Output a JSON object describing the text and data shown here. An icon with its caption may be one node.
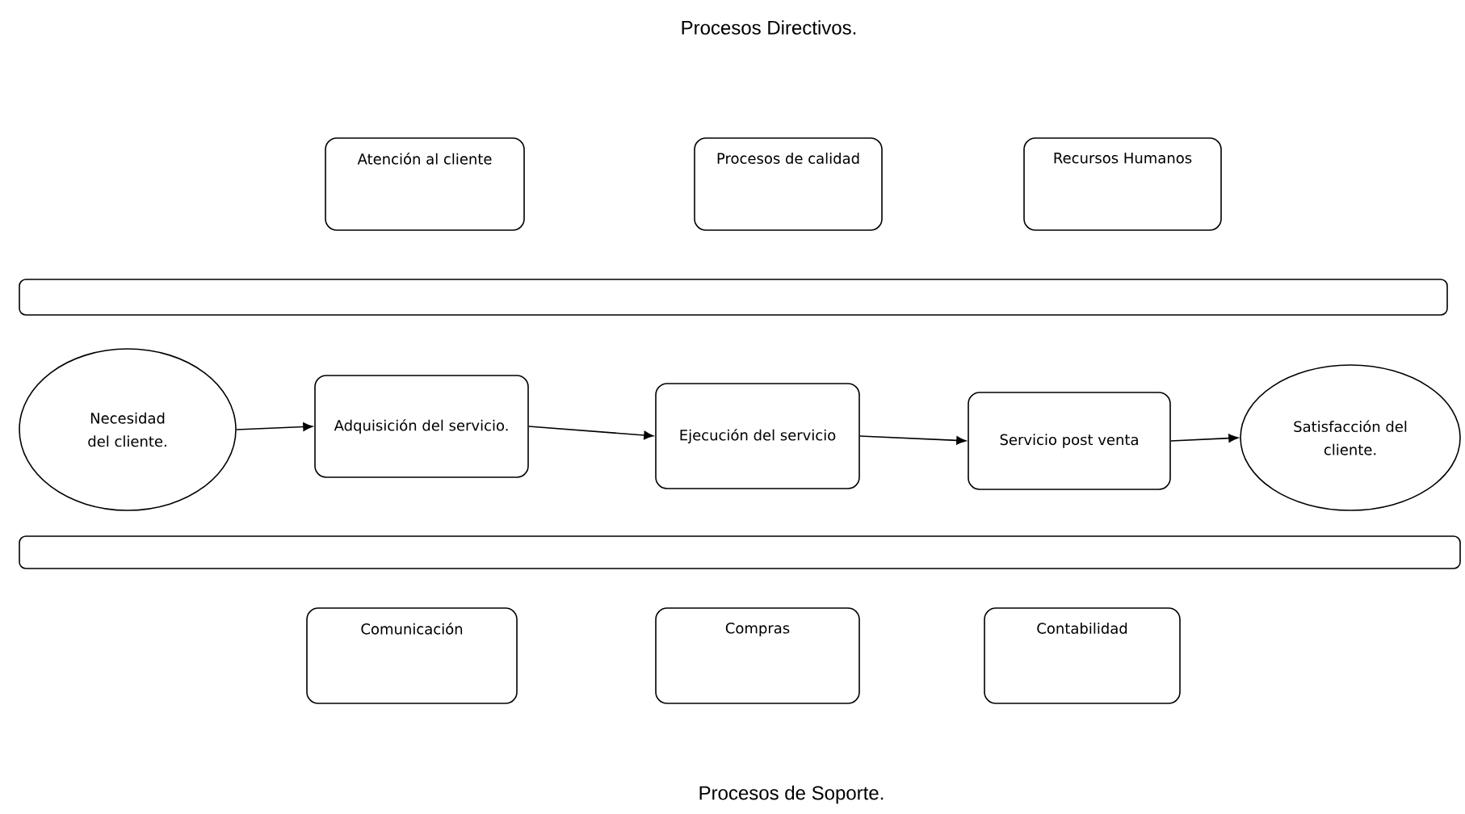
{
  "diagram": {
    "nodes": [
      {
        "text": [
          "Atención al cliente"
        ]
      },
      {
        "text": [
          "Procesos de calidad"
        ]
      },
      {
        "text": [
          "Recursos Humanos"
        ]
      },
      {
        "text": [],
        "shape": "box"
      },
      {
        "text": [
          "Necesidad del cliente."
        ]
      },
      {
        "text": [
          "Adquisición del servicio."
        ]
      },
      {
        "text": [
          "Ejecución del servicio"
        ]
      },
      {
        "text": [
          "Servicio post venta"
        ]
      },
      {
        "text": [
          "Satisfacción del cliente."
        ]
      },
      {
        "text": [],
        "shape": "box"
      },
      {
        "text": [
          "Comunicación"
        ]
      },
      {
        "text": [
          "Compras"
        ]
      },
      {
        "text": [
          "Contabilidad"
        ]
      }
    ],
    "edges": [
      {
        "from": 4,
        "to": 5,
        "arrow": "to"
      },
      {
        "from": 5,
        "to": 6,
        "arrow": "to"
      },
      {
        "from": 6,
        "to": 7,
        "arrow": "to"
      },
      {
        "from": 7,
        "to": 8,
        "arrow": "to"
      }
    ],
    "labels": [
      "Procesos Directivos.",
      "Procesos de Soporte."
    ]
  }
}
